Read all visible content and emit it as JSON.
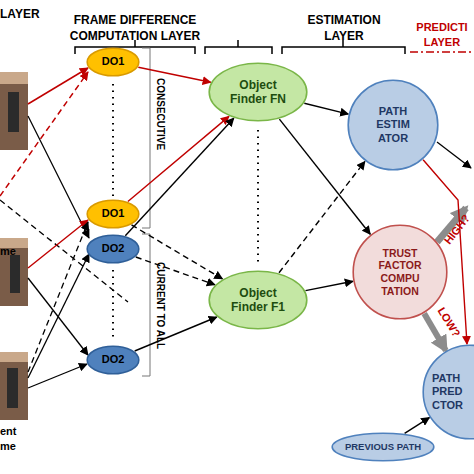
{
  "diagram": {
    "nodes": [
      {
        "text": [
          "DO1"
        ]
      },
      {
        "text": [
          "DO1"
        ]
      },
      {
        "text": [
          "DO2"
        ]
      },
      {
        "text": [
          "DO2"
        ]
      },
      {
        "text": [
          "Object Finder FN"
        ]
      },
      {
        "text": [
          "Object Finder F1"
        ]
      },
      {
        "text": [
          "PATH ESTIM ATOR"
        ]
      },
      {
        "text": [
          "TRUST FACTOR COMPU TATION"
        ]
      },
      {
        "text": [
          "PATH PRED CTOR"
        ]
      },
      {
        "text": [
          "PREVIOUS PATH"
        ]
      }
    ],
    "edges": [
      {
        "from": 0,
        "to": 4,
        "arrow": "to"
      },
      {
        "from": 1,
        "to": 4,
        "arrow": "to"
      },
      {
        "from": 2,
        "to": 4,
        "arrow": "to"
      },
      {
        "from": 2,
        "to": 5,
        "arrow": "to"
      },
      {
        "from": 3,
        "to": 5,
        "arrow": "to"
      },
      {
        "from": 1,
        "to": 5,
        "arrow": "to"
      },
      {
        "from": 4,
        "to": 6,
        "arrow": "to"
      },
      {
        "from": 4,
        "to": 7,
        "arrow": "to"
      },
      {
        "from": 5,
        "to": 6,
        "arrow": "to"
      },
      {
        "from": 5,
        "to": 7,
        "arrow": "to"
      },
      {
        "from": 6,
        "to": 8,
        "arrow": "to"
      },
      {
        "from": 7,
        "to": 8,
        "label": "LOW?",
        "arrow": "to"
      },
      {
        "from": 9,
        "to": 8,
        "arrow": "to"
      }
    ],
    "labels": [
      "LAYER",
      "FRAME DIFFERENCE COMPUTATION LAYER",
      "ESTIMATION LAYER",
      "PREDICTI LAYER",
      "CONSECUTIVE",
      "CURRENT TO ALL",
      "HIGH?",
      "me",
      "ent me"
    ]
  }
}
